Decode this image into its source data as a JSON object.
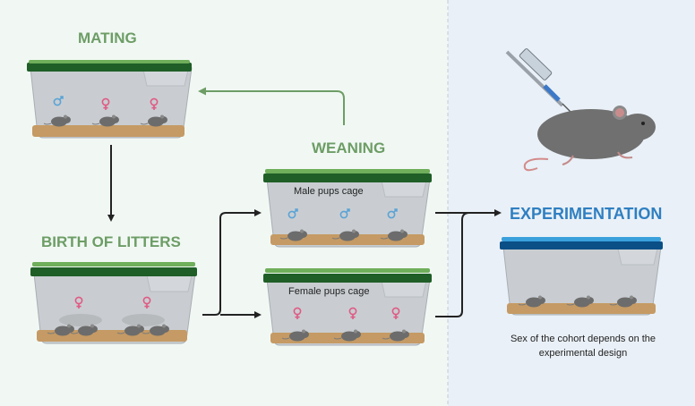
{
  "stages": {
    "mating": "MATING",
    "birth": "BIRTH OF LITTERS",
    "weaning": "WEANING",
    "experimentation": "EXPERIMENTATION"
  },
  "cages": {
    "male_pups": "Male pups cage",
    "female_pups": "Female pups cage"
  },
  "caption": {
    "line1": "Sex of the cohort depends on the",
    "line2": "experimental design"
  },
  "colors": {
    "left_panel": "#f1f8f4",
    "right_panel": "#e9f0f7",
    "green_label": "#6d9d65",
    "blue_label": "#2f7fc1",
    "male_symbol": "#5aa3d6",
    "female_symbol": "#e05a83"
  },
  "icons": [
    "male-symbol-icon",
    "female-symbol-icon",
    "syringe-icon",
    "mouse-icon"
  ]
}
